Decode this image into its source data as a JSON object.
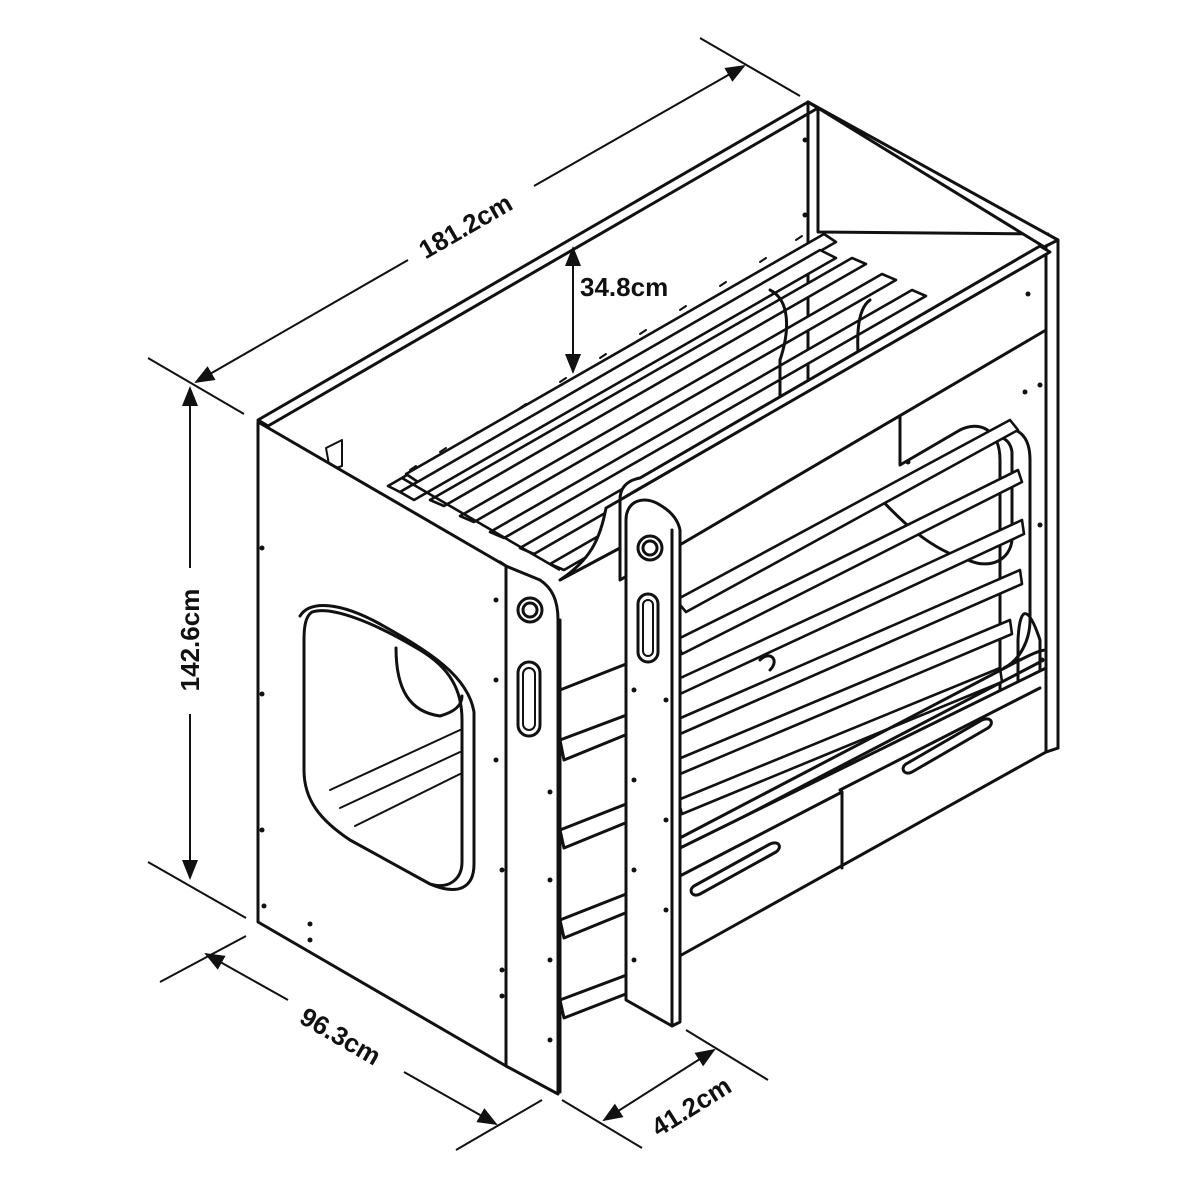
{
  "dimensions": {
    "length": "181.2cm",
    "guard_height": "34.8cm",
    "height": "142.6cm",
    "width": "96.3cm",
    "ladder_depth": "41.2cm"
  },
  "colors": {
    "line": "#111111",
    "background": "#ffffff"
  }
}
